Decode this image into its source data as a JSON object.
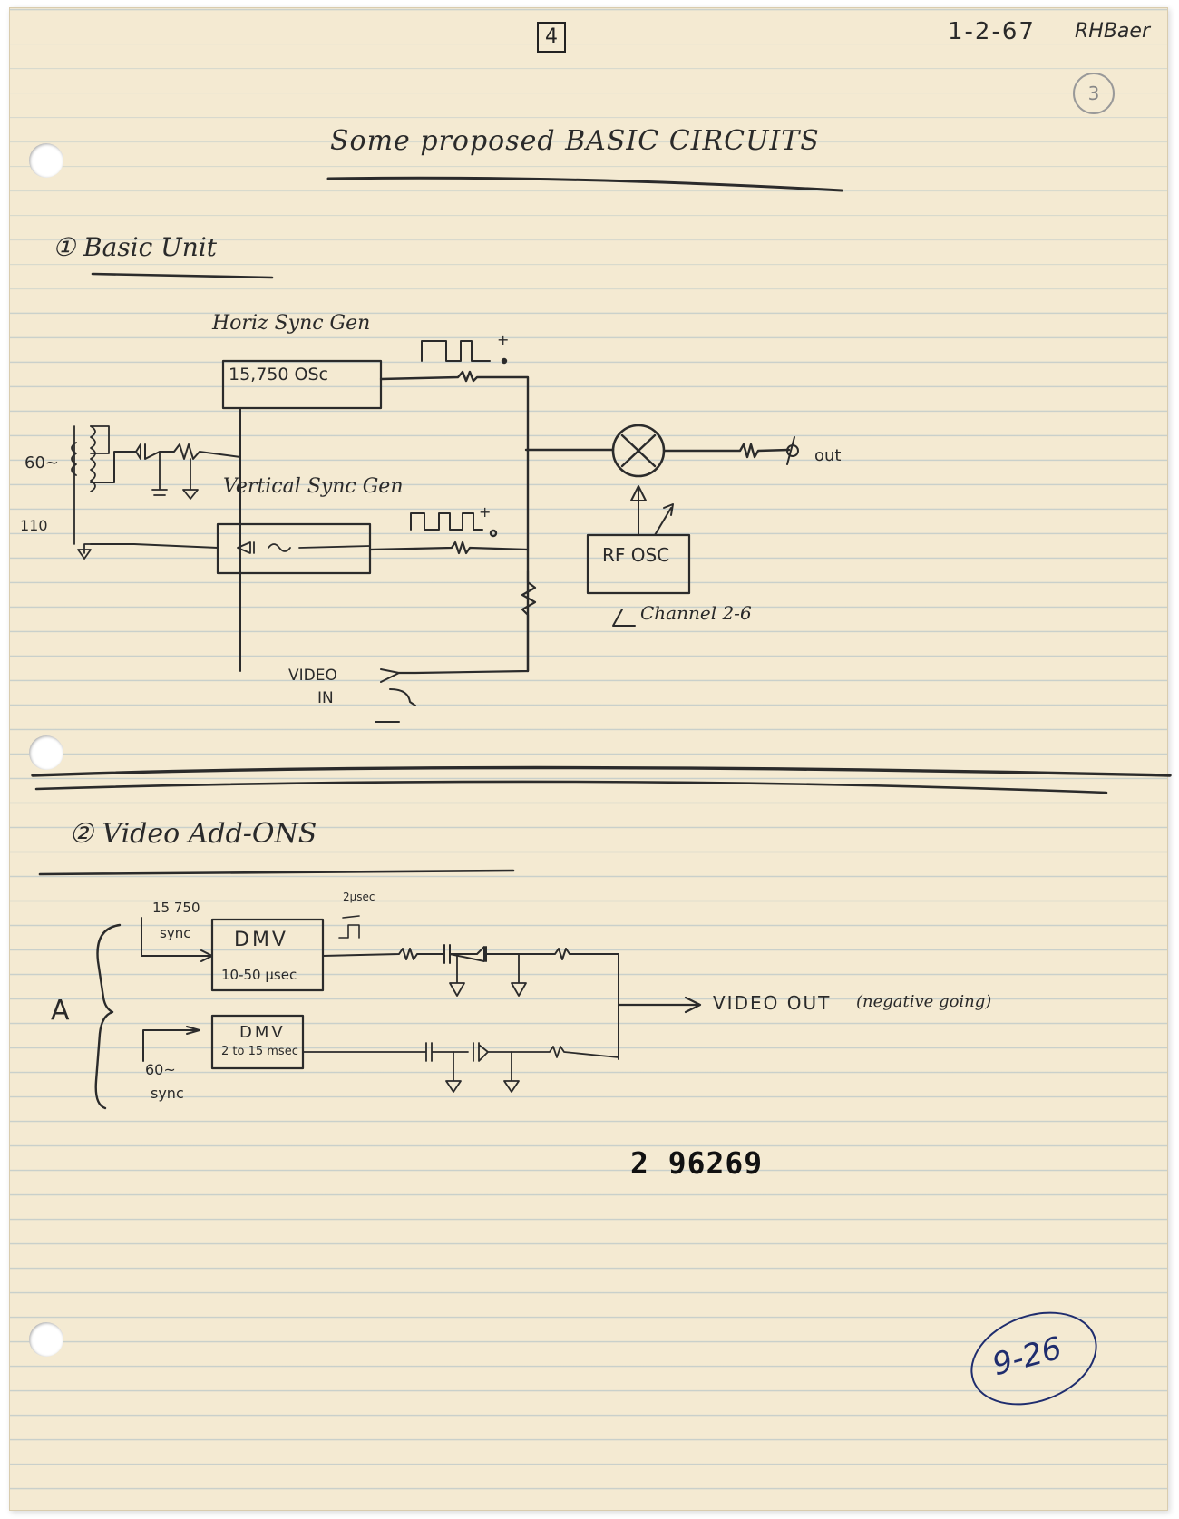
{
  "header": {
    "page_number": "4",
    "date": "1-2-67",
    "author": "RHBaer",
    "circled_number": "3"
  },
  "title": "Some proposed BASIC CIRCUITS",
  "section1": {
    "heading": "① Basic Unit",
    "labels": {
      "horiz_sync_gen": "Horiz Sync Gen",
      "osc_box": "15,750 OSc",
      "vertical_sync_gen": "Vertical Sync Gen",
      "input_60": "60~",
      "input_110": "110",
      "rf_osc": "RF OSC",
      "channel": "Channel 2-6",
      "out": "out",
      "video_in_1": "VIDEO",
      "video_in_2": "IN"
    }
  },
  "section2": {
    "heading": "② Video Add-ONS",
    "labels": {
      "bracket": "A",
      "sync_15750_1": "15 750",
      "sync_15750_2": "sync",
      "dmv_top": "DMV",
      "dmv_top_timing": "10-50 μsec",
      "pulse_width": "2μsec",
      "dmv_bottom": "DMV",
      "dmv_bottom_timing": "2 to 15 msec",
      "sync_60_1": "60~",
      "sync_60_2": "sync",
      "video_out": "VIDEO OUT",
      "video_out_note": "(negative going)"
    }
  },
  "stamp": "2 96269",
  "folio_oval": "9-26"
}
